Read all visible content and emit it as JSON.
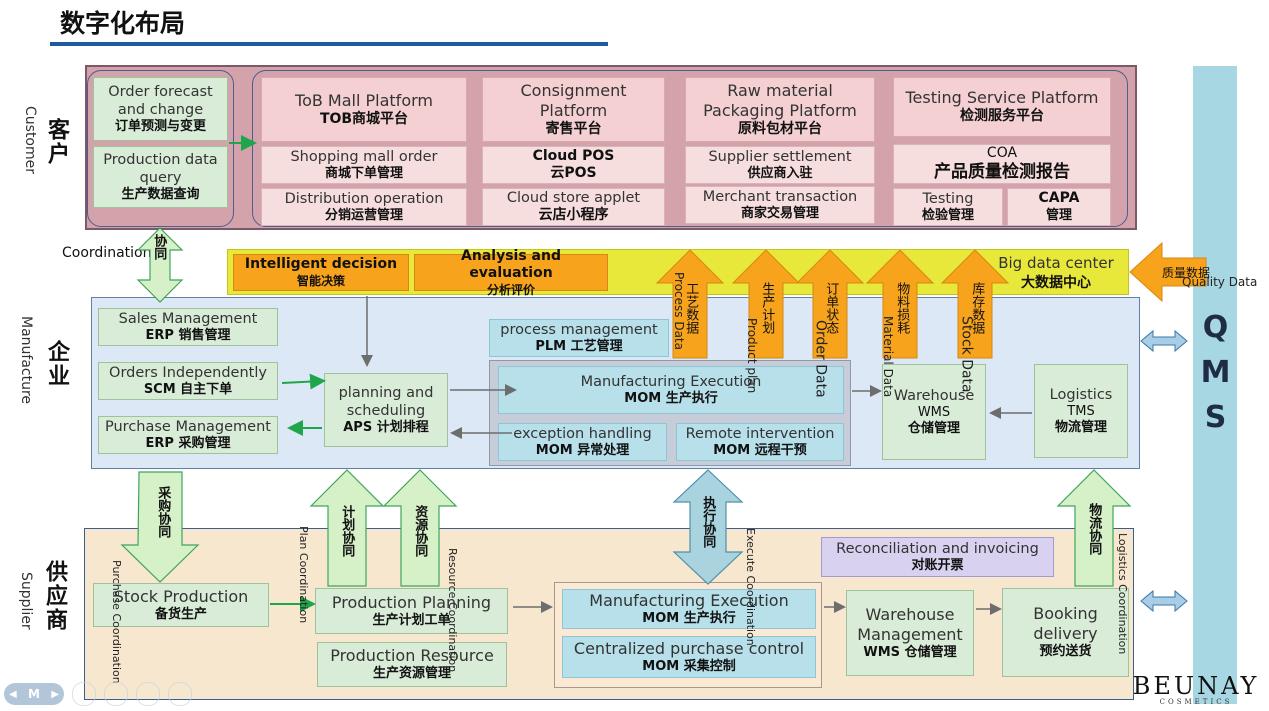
{
  "title": "数字化布局",
  "bands": {
    "customer": {
      "zh": "客户",
      "en": "Customer"
    },
    "manufacture": {
      "zh": "企业",
      "en": "Manufacture"
    },
    "supplier": {
      "zh": "供应商",
      "en": "Supplier"
    }
  },
  "qms": "QMS",
  "customer": {
    "left_group": [
      {
        "en": "Order forecast and change",
        "zh": "订单预测与变更"
      },
      {
        "en": "Production data query",
        "zh": "生产数据查询"
      }
    ],
    "platforms": [
      {
        "en": "ToB Mall Platform",
        "zh": "TOB商城平台"
      },
      {
        "en": "Consignment Platform",
        "zh": "寄售平台"
      },
      {
        "en": "Raw material Packaging Platform",
        "zh": "原料包材平台"
      },
      {
        "en": "Testing Service Platform",
        "zh": "检测服务平台"
      }
    ],
    "row2": [
      {
        "en": "Shopping mall order",
        "zh": "商城下单管理"
      },
      {
        "en": "Cloud POS",
        "zh": "云POS"
      },
      {
        "en": "Supplier settlement",
        "zh": "供应商入驻"
      },
      {
        "en": "COA",
        "zh": "产品质量检测报告"
      }
    ],
    "row3": [
      {
        "en": "Distribution operation",
        "zh": "分销运营管理"
      },
      {
        "en": "Cloud store applet",
        "zh": "云店小程序"
      },
      {
        "en": "Merchant transaction",
        "zh": "商家交易管理"
      },
      {
        "en": "Testing",
        "zh": "检验管理"
      },
      {
        "en": "CAPA",
        "zh": "管理"
      }
    ]
  },
  "coordination": {
    "en": "Coordination",
    "zh": "协同"
  },
  "bigdata": {
    "intelligent": {
      "en": "Intelligent decision",
      "zh": "智能决策"
    },
    "analysis": {
      "en": "Analysis and evaluation",
      "zh": "分析评价"
    },
    "center": {
      "en": "Big data center",
      "zh": "大数据中心"
    },
    "quality": {
      "zh": "质量数据",
      "en": "Quality Data"
    }
  },
  "up_arrows": [
    {
      "zh": "工艺数据",
      "en": "Process Data"
    },
    {
      "zh": "生产计划",
      "en": "Product plan"
    },
    {
      "zh": "订单状态",
      "en": "Order Data"
    },
    {
      "zh": "物料损耗",
      "en": "Material Data"
    },
    {
      "zh": "库存数据",
      "en": "Stock Data"
    }
  ],
  "manufacture": {
    "sales": {
      "en": "Sales Management",
      "zh": "ERP 销售管理"
    },
    "orders": {
      "en": "Orders Independently",
      "zh": "SCM 自主下单"
    },
    "purchase": {
      "en": "Purchase Management",
      "zh": "ERP 采购管理"
    },
    "aps": {
      "en": "planning and scheduling",
      "zh": "APS 计划排程"
    },
    "plm": {
      "en": "process management",
      "zh": "PLM 工艺管理"
    },
    "mom_exec": {
      "en": "Manufacturing Execution",
      "zh": "MOM 生产执行"
    },
    "mom_exc": {
      "en": "exception handling",
      "zh": "MOM 异常处理"
    },
    "mom_remote": {
      "en": "Remote intervention",
      "zh": "MOM 远程干预"
    },
    "wms": {
      "en": "Warehouse",
      "code": "WMS",
      "zh": "仓储管理"
    },
    "tms": {
      "en": "Logistics",
      "code": "TMS",
      "zh": "物流管理"
    }
  },
  "mid_arrows": {
    "purchase": {
      "zh": "采购协同",
      "en": "Purchase Coordination"
    },
    "plan": {
      "zh": "计划协同",
      "en": "Plan Coordination"
    },
    "resource": {
      "zh": "资源协同",
      "en": "Resource Coordination"
    },
    "execute": {
      "zh": "执行协同",
      "en": "Execute Coordination"
    },
    "logistics": {
      "zh": "物流协同",
      "en": "Logistics Coordination"
    }
  },
  "supplier": {
    "stock": {
      "en": "Stock Production",
      "zh": "备货生产"
    },
    "planning": {
      "en": "Production Planning",
      "zh": "生产计划工单"
    },
    "resource": {
      "en": "Production Resource",
      "zh": "生产资源管理"
    },
    "mom_exec": {
      "en": "Manufacturing Execution",
      "zh": "MOM 生产执行"
    },
    "mom_purchase": {
      "en": "Centralized purchase control",
      "zh": "MOM 采集控制"
    },
    "recon": {
      "en": "Reconciliation and invoicing",
      "zh": "对账开票"
    },
    "wms": {
      "en": "Warehouse Management",
      "zh": "WMS 仓储管理"
    },
    "booking": {
      "en": "Booking delivery",
      "zh": "预约送货"
    }
  },
  "logo": {
    "brand": "BEUNAY",
    "sub": "COSMETICS"
  },
  "toolbar_letter": "M",
  "colors": {
    "green_arrow": "#d6f0c8",
    "orange_arrow": "#f7a31c",
    "blue_arrow": "#a9cde6"
  }
}
